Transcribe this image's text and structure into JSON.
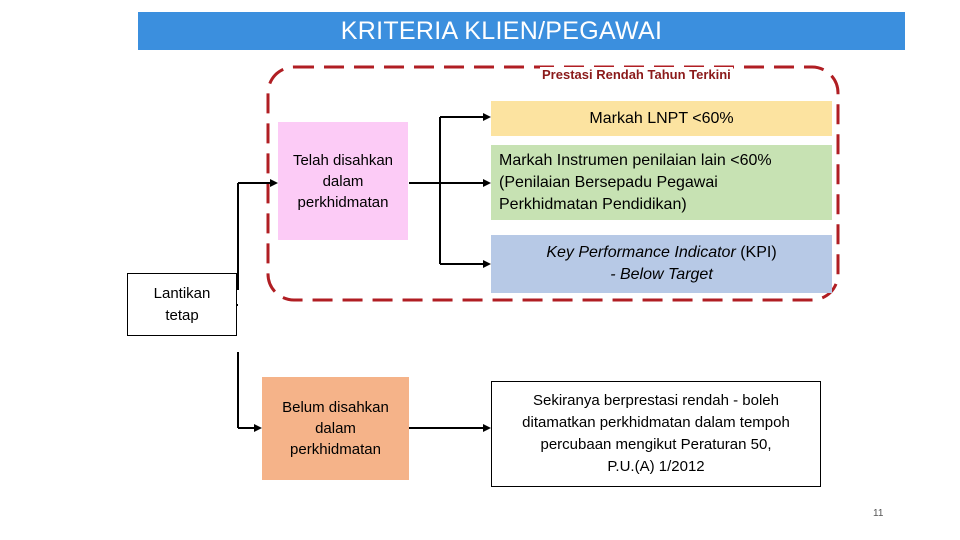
{
  "title": "KRITERIA KLIEN/PEGAWAI",
  "prestasi_label": "Prestasi Rendah Tahun Terkini",
  "lantikan": [
    "Lantikan",
    "tetap"
  ],
  "disahkan": [
    "Telah disahkan",
    "dalam",
    "perkhidmatan"
  ],
  "belum": [
    "Belum disahkan",
    "dalam",
    "perkhidmatan"
  ],
  "lnpt": "Markah LNPT <60%",
  "instrumen": {
    "line1": "Markah Instrumen penilaian lain <60%",
    "line2": "(Penilaian Bersepadu Pegawai",
    "line3": "Perkhidmatan Pendidikan)"
  },
  "kpi": {
    "line1_italic": "Key Performance Indicator",
    "line1_rest": " (KPI)",
    "line2": "- Below Target"
  },
  "sekiranya": [
    "Sekiranya berprestasi rendah - boleh",
    "ditamatkan perkhidmatan dalam tempoh",
    "percubaan mengikut Peraturan 50,",
    "P.U.(A) 1/2012"
  ],
  "page_number": "11",
  "colors": {
    "title_bg": "#3b8fde",
    "dashed_border": "#b01e23",
    "disahkan_bg": "#fccbf6",
    "belum_bg": "#f5b389",
    "lnpt_bg": "#fce3a0",
    "instrumen_bg": "#c7e2b3",
    "kpi_bg": "#b7c9e6"
  }
}
